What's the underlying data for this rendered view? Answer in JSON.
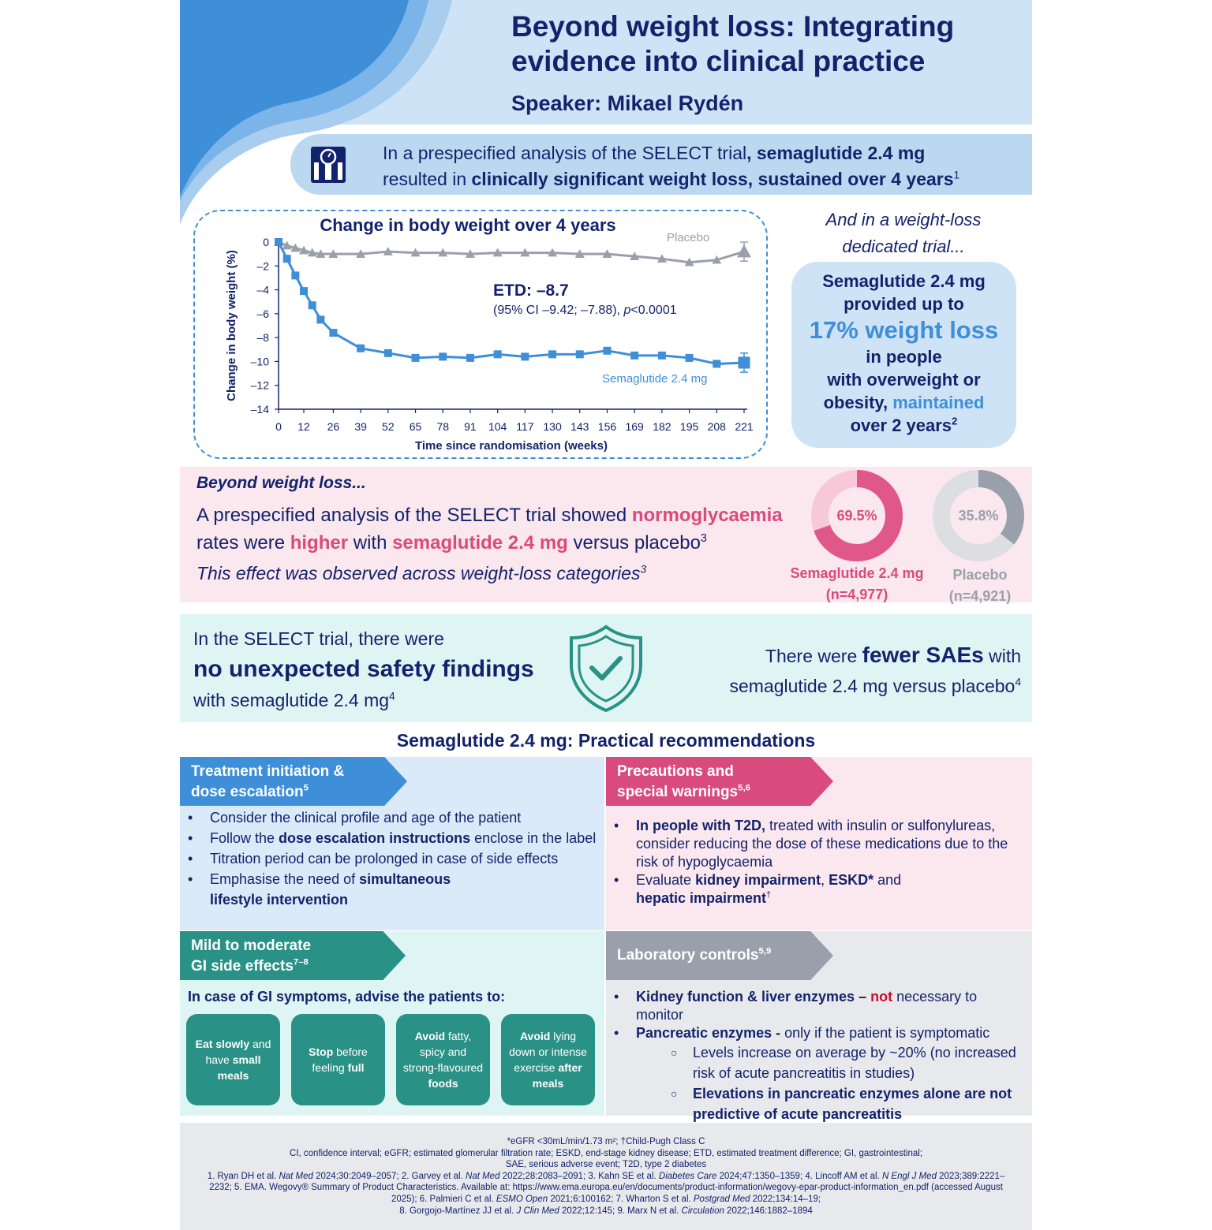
{
  "header": {
    "title_line1": "Beyond weight loss: Integrating",
    "title_line2": "evidence into clinical practice",
    "speaker": "Speaker: Mikael Rydén"
  },
  "intro": {
    "icon": "scale-icon",
    "t1": "In a prespecified analysis of the SELECT trial",
    "t2": ", semaglutide 2.4 mg",
    "t3": "resulted in ",
    "t4": "clinically significant weight loss, sustained over 4 years",
    "sup": "1"
  },
  "chart_data": {
    "type": "line",
    "title": "Change in body weight over 4 years",
    "xlabel": "Time since randomisation (weeks)",
    "ylabel": "Change in body weight (%)",
    "xlim": [
      0,
      221
    ],
    "ylim": [
      -14,
      0
    ],
    "x_ticks": [
      0,
      12,
      26,
      39,
      52,
      65,
      78,
      91,
      104,
      117,
      130,
      143,
      156,
      169,
      182,
      195,
      208,
      221
    ],
    "x_tick_labels": [
      "0",
      "12",
      "26",
      "39",
      "52",
      "65",
      "78",
      "91",
      "104",
      "117",
      "130",
      "143",
      "156",
      "169",
      "182",
      "195",
      "208",
      "221"
    ],
    "y_ticks": [
      0,
      -2,
      -4,
      -6,
      -8,
      -10,
      -12,
      -14
    ],
    "y_tick_labels": [
      "0",
      "–2",
      "–4",
      "–6",
      "–8",
      "–10",
      "–12",
      "–14"
    ],
    "grid": false,
    "series": [
      {
        "name": "Placebo",
        "color": "#9aa0ab",
        "marker": "triangle",
        "x": [
          0,
          4,
          8,
          12,
          16,
          20,
          26,
          39,
          52,
          65,
          78,
          91,
          104,
          117,
          130,
          143,
          156,
          169,
          182,
          195,
          208,
          221
        ],
        "y": [
          0,
          -0.3,
          -0.5,
          -0.7,
          -0.9,
          -1.0,
          -1.0,
          -1.0,
          -0.8,
          -0.9,
          -0.9,
          -1.0,
          -0.9,
          -0.9,
          -0.9,
          -1.0,
          -1.0,
          -1.2,
          -1.4,
          -1.7,
          -1.5,
          -0.8
        ],
        "err_x": [
          221
        ],
        "err": [
          0.8
        ]
      },
      {
        "name": "Semaglutide 2.4 mg",
        "color": "#3e8fd8",
        "marker": "square",
        "x": [
          0,
          4,
          8,
          12,
          16,
          20,
          26,
          39,
          52,
          65,
          78,
          91,
          104,
          117,
          130,
          143,
          156,
          169,
          182,
          195,
          208,
          221
        ],
        "y": [
          0,
          -1.4,
          -2.8,
          -4.1,
          -5.3,
          -6.5,
          -7.6,
          -8.9,
          -9.3,
          -9.7,
          -9.6,
          -9.7,
          -9.4,
          -9.6,
          -9.4,
          -9.4,
          -9.1,
          -9.5,
          -9.5,
          -9.7,
          -10.2,
          -10.1
        ],
        "err_x": [
          221
        ],
        "err": [
          0.8
        ]
      }
    ],
    "annotation_main": "ETD: –8.7",
    "annotation_ci_a": "(95% CI –9.42; –7.88), ",
    "annotation_ci_p": "p",
    "annotation_ci_b": "<0.0001"
  },
  "callout": {
    "note_l1": "And in a weight-loss",
    "note_l2": "dedicated trial...",
    "l1": "Semaglutide 2.4 mg",
    "l2": "provided up to",
    "big": "17% weight loss",
    "l3": "in people",
    "l4": "with overweight or",
    "l5a": "obesity, ",
    "l5b": "maintained",
    "l6": "over 2 years",
    "sup": "2"
  },
  "normo": {
    "heading": "Beyond weight loss...",
    "t1": "A prespecified analysis of the SELECT trial showed ",
    "t2": "normoglycaemia",
    "t3": "rates were ",
    "t4": "higher",
    "t5": " with ",
    "t6": "semaglutide 2.4 mg",
    "t7": " versus placebo",
    "sup": "3",
    "t8": "This effect was observed across weight-loss categories",
    "sup2": "3",
    "sema_pct": 69.5,
    "sema_pct_label": "69.5%",
    "sema_label": "Semaglutide 2.4 mg",
    "sema_n": "(n=4,977)",
    "plac_pct": 35.8,
    "plac_pct_label": "35.8%",
    "plac_label": "Placebo",
    "plac_n": "(n=4,921)"
  },
  "safety": {
    "s1": "In the SELECT trial, there were",
    "s2": "no unexpected safety findings",
    "s3": "with semaglutide 2.4 mg",
    "sup": "4",
    "r1": "There were ",
    "r2": "fewer SAEs",
    "r3": " with",
    "r4": "semaglutide 2.4 mg versus placebo",
    "sup2": "4"
  },
  "recs": {
    "title": "Semaglutide 2.4 mg: Practical recommendations",
    "q1": {
      "tab_l1": "Treatment initiation &",
      "tab_l2": "dose escalation",
      "tab_sup": "5",
      "b1": "Consider the clinical profile and age of the patient",
      "b2a": "Follow the ",
      "b2b": "dose escalation instructions",
      "b2c": " enclose in the label",
      "b3": "Titration period can be prolonged in case of side effects",
      "b4a": "Emphasise the need of ",
      "b4b": "simultaneous lifestyle intervention"
    },
    "q2": {
      "tab_l1": "Precautions and",
      "tab_l2": "special warnings",
      "tab_sup": "5,6",
      "b1a": "In people with T2D,",
      "b1b": " treated with insulin or sulfonylureas, consider reducing the dose of these medications due to the risk of hypoglycaemia",
      "b2a": "Evaluate ",
      "b2b": "kidney impairment",
      "b2c": ", ",
      "b2d": "ESKD*",
      "b2e": " and ",
      "b2f": "hepatic impairment",
      "b2sup": "†"
    },
    "q3": {
      "tab_l1": "Mild to moderate",
      "tab_l2": "GI side effects",
      "tab_sup": "7–8",
      "intro": "In case of GI symptoms, advise the patients to:",
      "c1a": "Eat slowly",
      "c1b": " and have ",
      "c1c": "small meals",
      "c2a": "Stop",
      "c2b": " before feeling ",
      "c2c": "full",
      "c3a": "Avoid",
      "c3b": " fatty, spicy and strong-flavoured ",
      "c3c": "foods",
      "c4a": "Avoid",
      "c4b": " lying down or intense exercise ",
      "c4c": "after meals"
    },
    "q4": {
      "tab_l1": "Laboratory controls",
      "tab_sup": "5,9",
      "b1a": "Kidney function & liver enzymes – ",
      "b1b": "not",
      "b1c": " necessary to monitor",
      "b2a": "Pancreatic enzymes -",
      "b2b": " only if the patient is symptomatic",
      "s1": "Levels increase on average by ~20% (no increased risk of acute pancreatitis in studies)",
      "s2": "Elevations in pancreatic enzymes alone are not predictive of acute pancreatitis"
    }
  },
  "footer": {
    "l1": "*eGFR <30mL/min/1.73 m²; †Child-Pugh Class C",
    "l2": "CI, confidence interval; eGFR; estimated glomerular filtration rate; ESKD, end-stage kidney disease; ETD, estimated treatment difference; GI, gastrointestinal;",
    "l3": "SAE, serious adverse event; T2D, type 2 diabetes",
    "r1a": "1. Ryan DH et al. ",
    "r1j": "Nat Med",
    "r1b": " 2024;30:2049–2057; 2. Garvey et al. ",
    "r2j": "Nat Med",
    "r2b": " 2022;28:2083–2091; 3. Kahn SE et al. ",
    "r3j": "Diabetes Care",
    "r3b": " 2024;47:1350–1359; 4. Lincoff AM et al. ",
    "r4j": "N Engl J Med",
    "r4b": " 2023;389:2221–2232; 5. EMA. Wegovy® Summary of Product Characteristics. Available at: https://www.ema.europa.eu/en/documents/product-information/wegovy-epar-product-information_en.pdf (accessed August 2025); 6. Palmieri C et al. ",
    "r6j": "ESMO Open",
    "r6b": " 2021;6:100162; 7. Wharton S et al. ",
    "r7j": "Postgrad Med",
    "r7b": " 2022;134:14–19;",
    "r8a": "8. Gorgojo-Martínez JJ et al. ",
    "r8j": "J Clin Med",
    "r8b": " 2022;12:145; 9. Marx N et al. ",
    "r9j": "Circulation",
    "r9b": " 2022;146:1882–1894"
  },
  "colors": {
    "navy": "#13236b",
    "blue": "#3e8fd8",
    "pink": "#d84b7c",
    "teal": "#2a9186",
    "grey": "#9aa0ab"
  }
}
